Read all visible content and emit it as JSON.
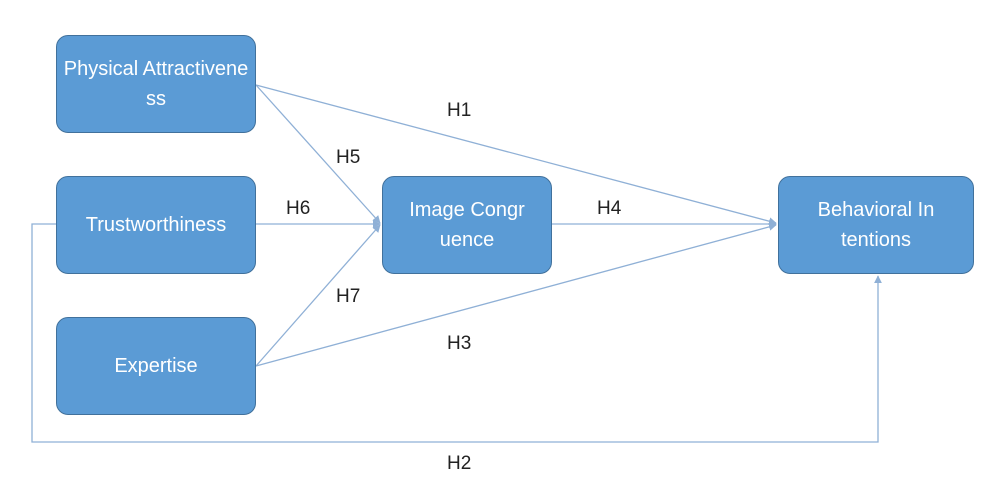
{
  "nodes": {
    "physical_attractiveness": "Physical Attractiveness",
    "trustworthiness": "Trustworthiness",
    "expertise": "Expertise",
    "image_congruence": "Image Congruence",
    "behavioral_intentions": "Behavioral Intentions"
  },
  "edges": {
    "h1": "H1",
    "h2": "H2",
    "h3": "H3",
    "h4": "H4",
    "h5": "H5",
    "h6": "H6",
    "h7": "H7"
  },
  "colors": {
    "node_fill": "#5b9bd5",
    "node_border": "#41719c",
    "connector": "#8fb0d6"
  }
}
